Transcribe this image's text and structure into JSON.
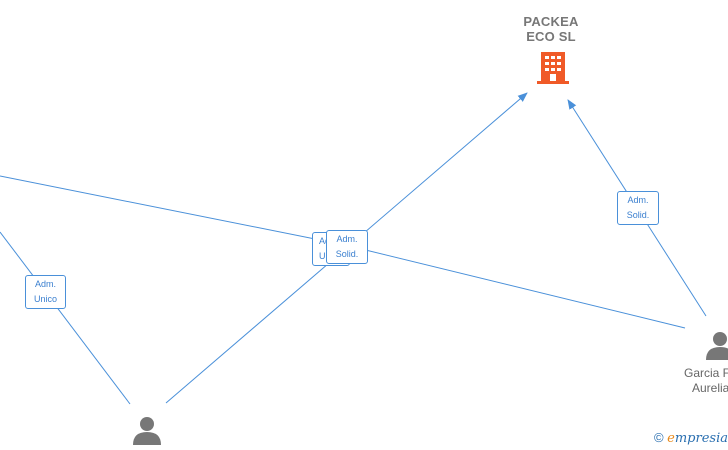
{
  "nodes": {
    "company": {
      "line1": "PACKEA",
      "line2": "ECO  SL"
    },
    "person_right": {
      "line1": "Garcia F",
      "line2": "Aurelia"
    }
  },
  "edge_labels": {
    "left_upper": {
      "line1": "Adm.",
      "line2": "Unico"
    },
    "center_back": {
      "line1": "Adm.",
      "line2": "Unico"
    },
    "center_front": {
      "line1": "Adm.",
      "line2": "Solid."
    },
    "right": {
      "line1": "Adm.",
      "line2": "Solid."
    }
  },
  "watermark": {
    "symbol": "©",
    "brand_initial": "e",
    "brand_rest": "mpresia"
  },
  "colors": {
    "edge": "#4a90d9",
    "company_icon": "#f05a28",
    "person_icon": "#777777"
  }
}
